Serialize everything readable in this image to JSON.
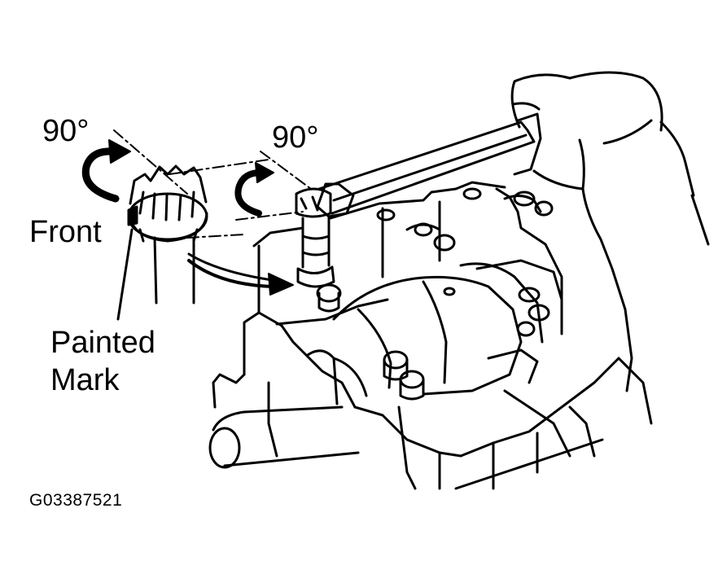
{
  "labels": {
    "angle_left": "90°",
    "angle_right": "90°",
    "front": "Front",
    "painted_line1": "Painted",
    "painted_line2": "Mark",
    "figure_code": "G03387521"
  },
  "colors": {
    "ink": "#000000",
    "paper": "#ffffff"
  },
  "icons": [
    "rotation-arrow-icon",
    "pointer-arrow-icon"
  ]
}
